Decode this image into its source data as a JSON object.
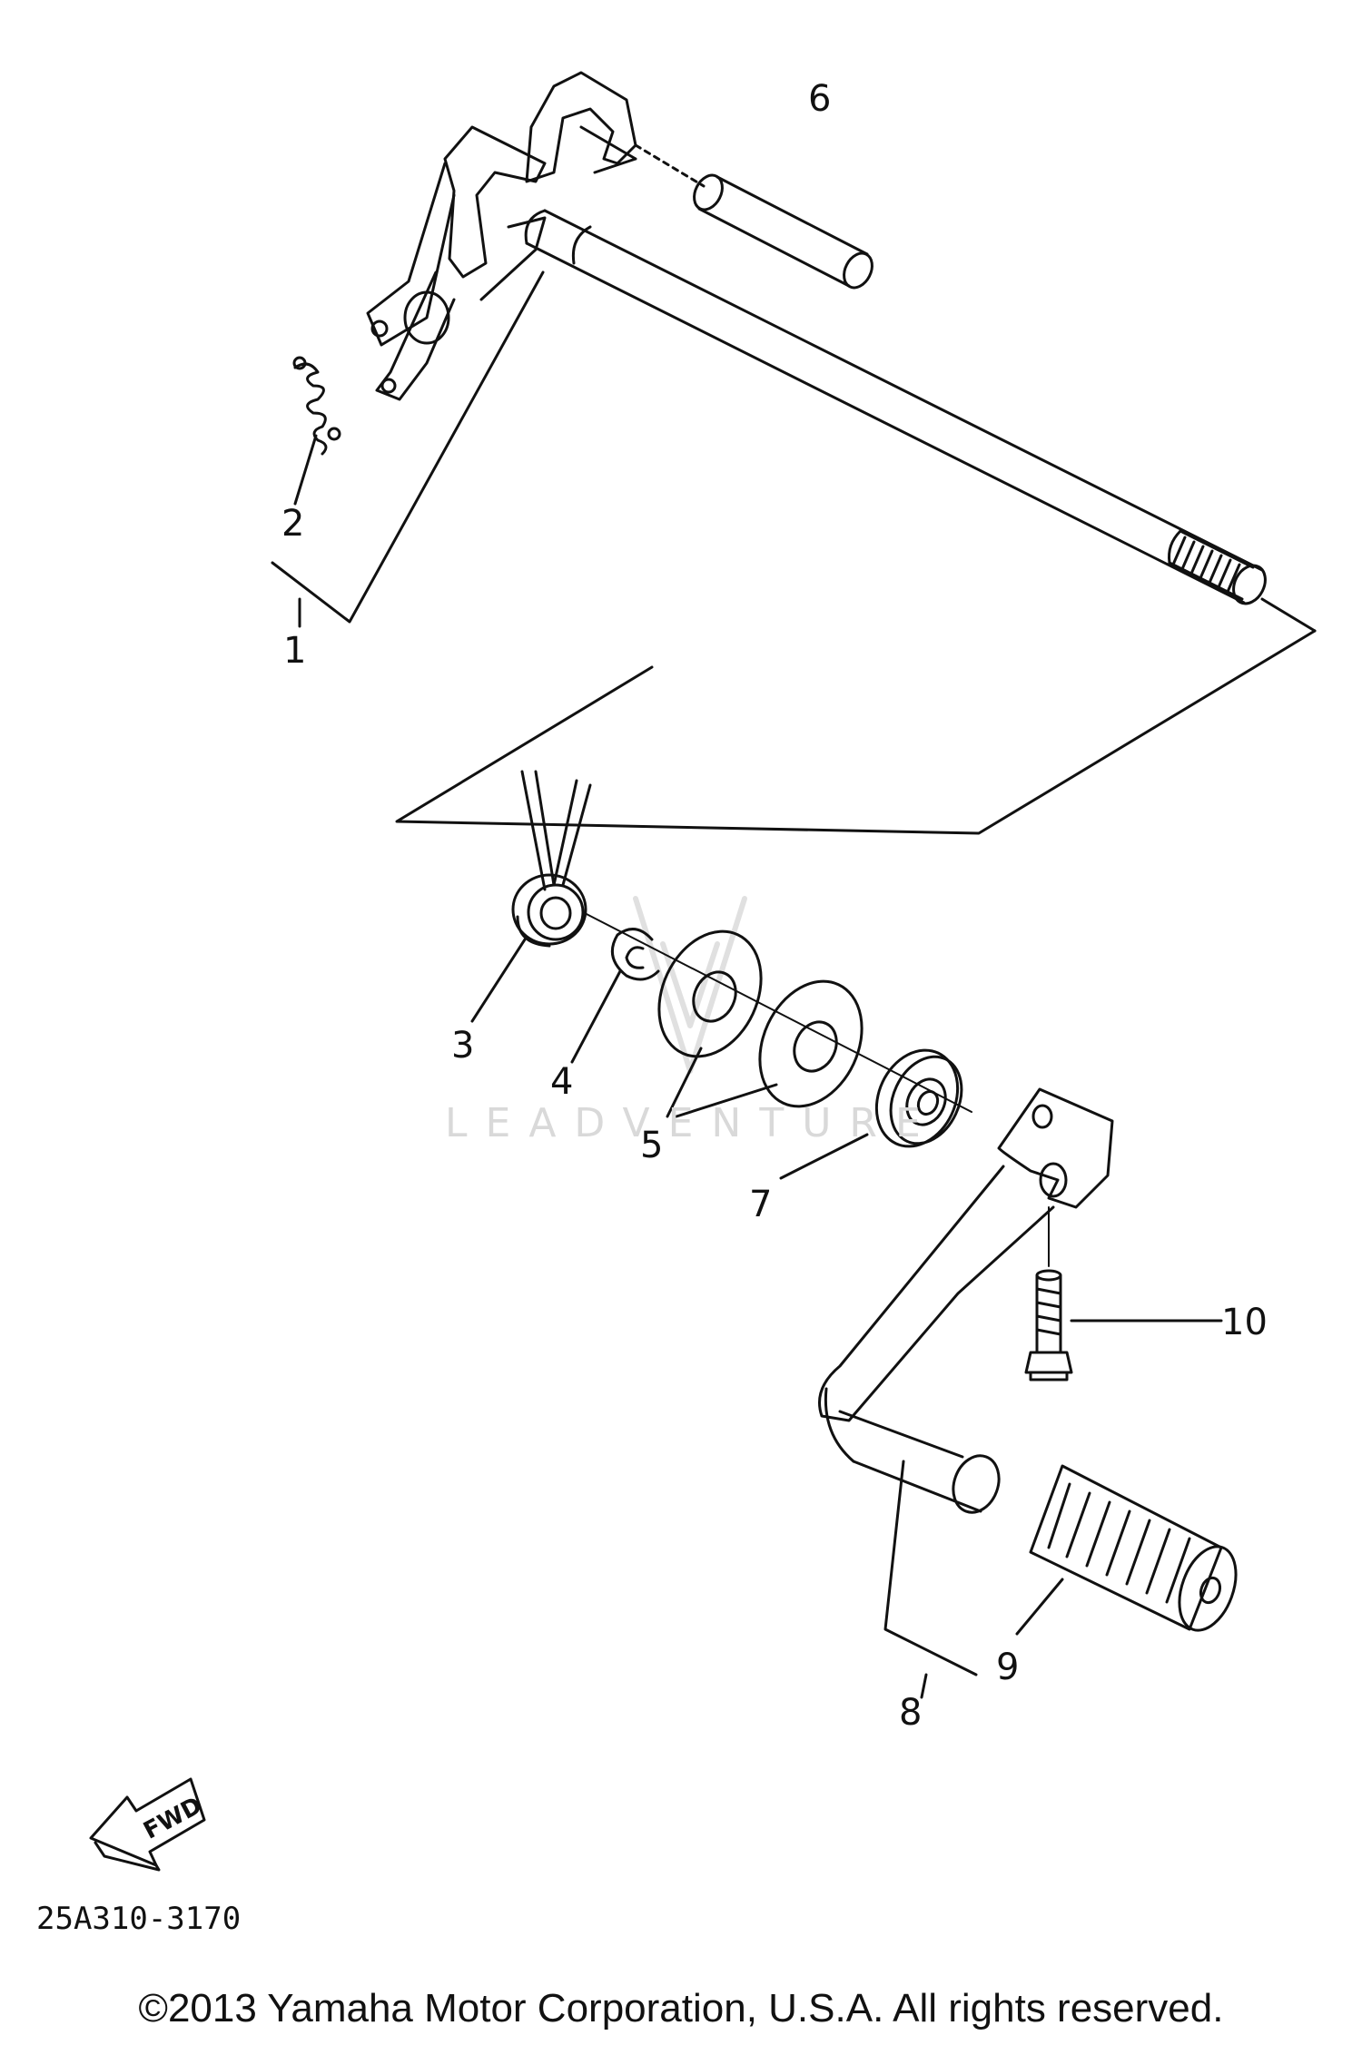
{
  "diagram": {
    "part_labels": [
      "1",
      "2",
      "3",
      "4",
      "5",
      "6",
      "7",
      "8",
      "9",
      "10"
    ],
    "fwd_label": "FWD",
    "drawing_code": "25A310-3170",
    "watermark": "LEADVENTURE",
    "copyright": "©2013 Yamaha Motor Corporation, U.S.A. All rights reserved."
  }
}
